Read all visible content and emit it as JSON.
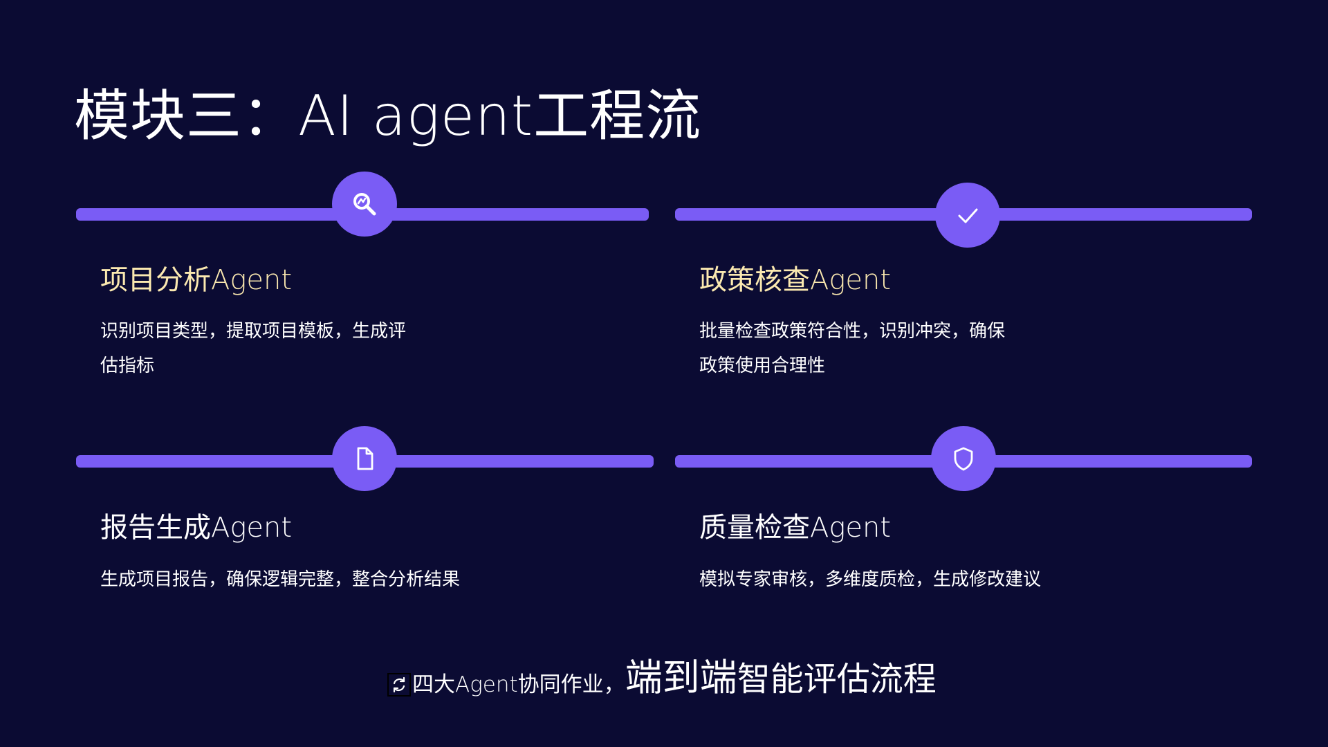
{
  "colors": {
    "background": "#0b0b33",
    "accent": "#7a5cf5",
    "title_gold": "#fbe9b0",
    "text": "#ffffff"
  },
  "page": {
    "title": "模块三：AI agent工程流"
  },
  "cards": [
    {
      "icon": "search-icon",
      "title": "项目分析Agent",
      "desc_lines": [
        "识别项目类型，提取项目模板，生成评",
        "估指标"
      ]
    },
    {
      "icon": "check-icon",
      "title": "政策核查Agent",
      "desc_lines": [
        "批量检查政策符合性，识别冲突，确保",
        "政策使用合理性"
      ]
    },
    {
      "icon": "document-icon",
      "title": "报告生成Agent",
      "desc_lines": [
        "生成项目报告，确保逻辑完整，整合分析结果"
      ]
    },
    {
      "icon": "shield-icon",
      "title": "质量检查Agent",
      "desc_lines": [
        "模拟专家审核，多维度质检，生成修改建议"
      ]
    }
  ],
  "footer": {
    "icon": "sync-icon",
    "part1": "四大Agent协同作业，",
    "part2": "端到端",
    "part3": "智能评估流程"
  }
}
